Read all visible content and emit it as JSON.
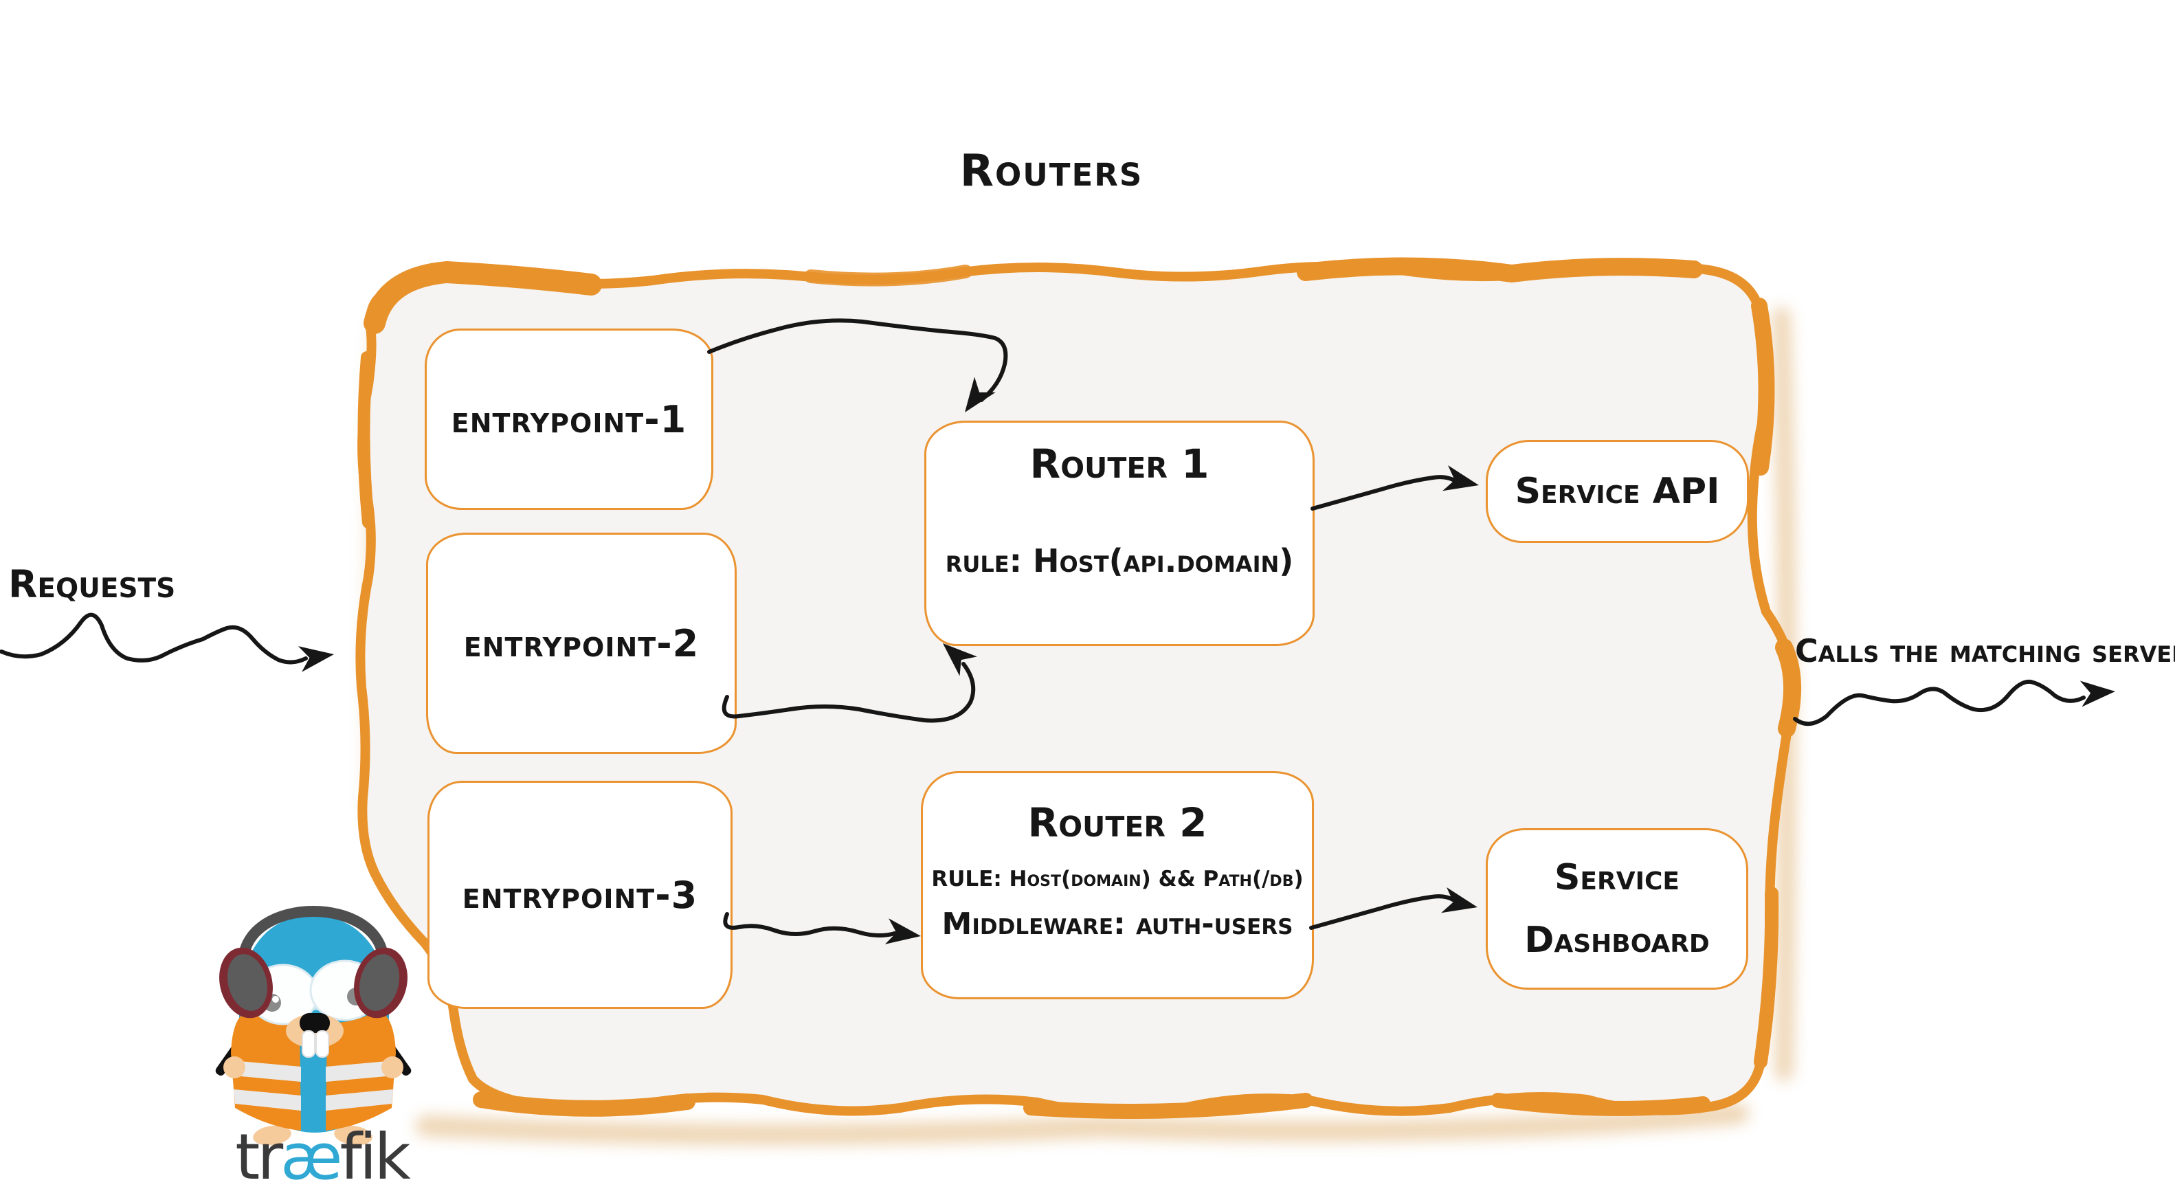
{
  "title": "Routers",
  "annotations": {
    "requests": "Requests",
    "calls": "Calls the matching server"
  },
  "nodes": {
    "entrypoints": [
      {
        "label": "entrypoint-1"
      },
      {
        "label": "entrypoint-2"
      },
      {
        "label": "entrypoint-3"
      }
    ],
    "routers": [
      {
        "title": "Router 1",
        "rule": "rule: Host(api.domain)"
      },
      {
        "title": "Router 2",
        "rule": "RULE: Host(domain) && Path(/db)",
        "middleware": "Middleware: auth-users"
      }
    ],
    "services": [
      {
        "label": "Service API"
      },
      {
        "line1": "Service",
        "line2": "Dashboard"
      }
    ]
  },
  "logo": {
    "pre": "tr",
    "ae": "æ",
    "post": "fik"
  },
  "colors": {
    "frame_orange": "#E8922C",
    "box_border_orange": "#EA9330",
    "container_fill": "#F5F4F2",
    "ink": "#161616",
    "brand_blue": "#2FA8D3",
    "vest_orange": "#EF8B1C",
    "stick_green": "#C6DC52",
    "skin_tan": "#F5CB9C",
    "wordmark_gray": "#3A3A3A",
    "shadow_tan": "#D9A157"
  }
}
